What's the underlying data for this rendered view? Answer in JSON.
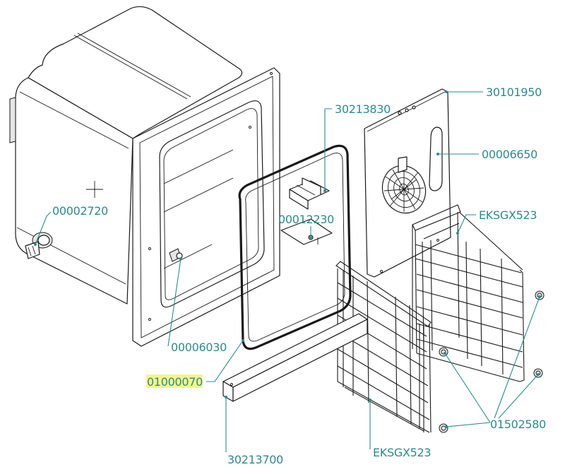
{
  "diagram": {
    "labels": {
      "p30101950": "30101950",
      "p30213830": "30213830",
      "p00006650": "00006650",
      "p00002720": "00002720",
      "p00012230": "00012230",
      "pEKSGX523_top": "EKSGX523",
      "p00006030": "00006030",
      "p01000070": "01000070",
      "p01502580": "01502580",
      "p30213700": "30213700",
      "pEKSGX523_bottom": "EKSGX523"
    },
    "highlighted_part": "01000070",
    "colors": {
      "label_text": "#2a8c8c",
      "highlight": "#f3f58a",
      "line_art": "#1a1a1a"
    }
  }
}
